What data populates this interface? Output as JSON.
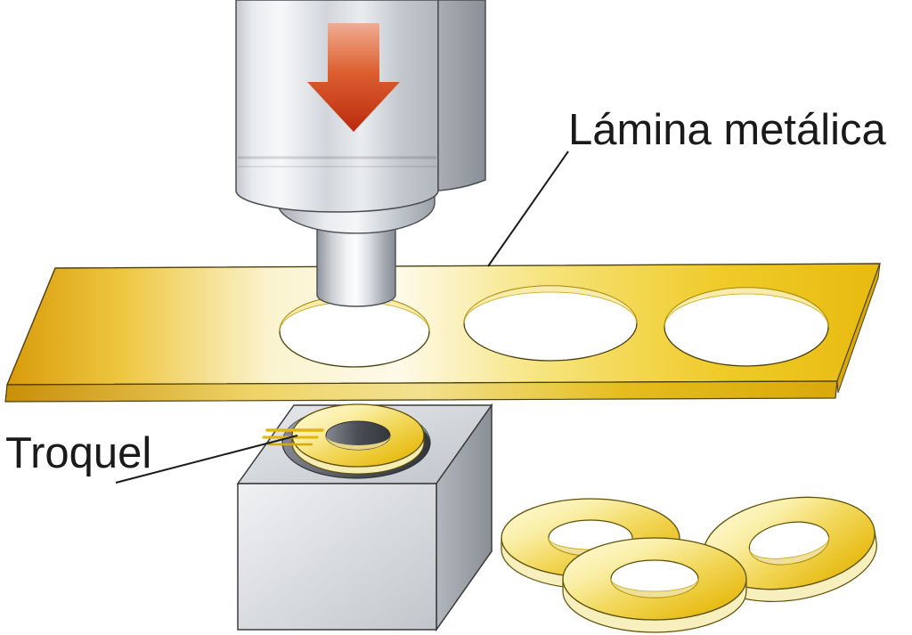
{
  "labels": {
    "sheet": "Lámina metálica",
    "die": "Troquel"
  },
  "colors": {
    "gold": "#E8BC12",
    "gold_light": "#FDF8E0",
    "gold_edge": "#D9A90C",
    "metal_gray": "#C9CDD3",
    "metal_dark": "#8C9198",
    "die_hole_dark": "#3A3E44",
    "arrow_red": "#BB2A0D",
    "outline": "#3a3a3a",
    "background": "#FFFFFF"
  },
  "diagram": {
    "type": "sheet-metal-punching-press",
    "parts": [
      "punch",
      "press-direction-arrow",
      "metal-sheet",
      "die",
      "punched-washers"
    ]
  }
}
